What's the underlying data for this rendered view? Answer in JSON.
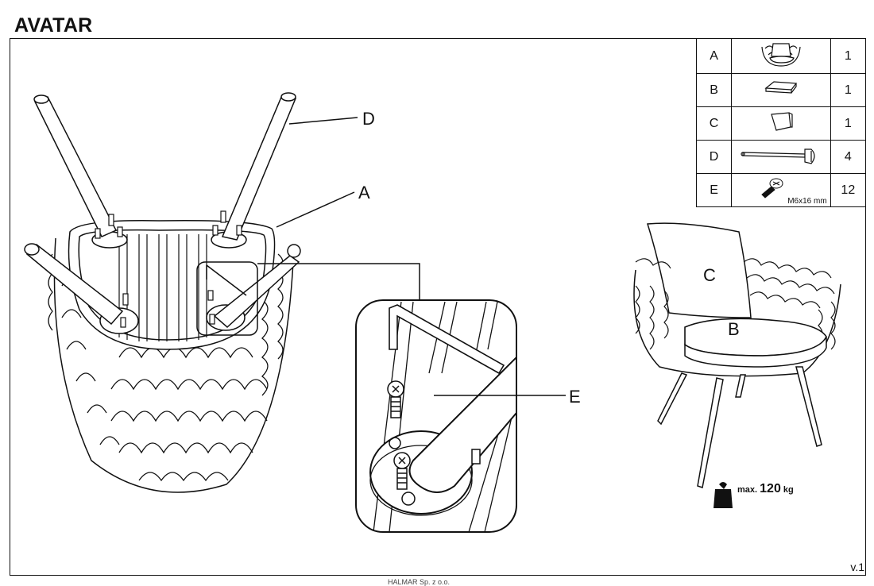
{
  "title": "AVATAR",
  "parts": [
    {
      "letter": "A",
      "icon": "chair-frame-icon",
      "qty": "1"
    },
    {
      "letter": "B",
      "icon": "seat-cushion-icon",
      "qty": "1"
    },
    {
      "letter": "C",
      "icon": "back-cushion-icon",
      "qty": "1"
    },
    {
      "letter": "D",
      "icon": "leg-icon",
      "qty": "4"
    },
    {
      "letter": "E",
      "icon": "screw-icon",
      "qty": "12",
      "note": "M6x16 mm"
    }
  ],
  "callouts": {
    "a": "A",
    "d": "D",
    "e": "E",
    "b": "B",
    "c": "C"
  },
  "weight": {
    "prefix": "max.",
    "value": "120",
    "unit": "kg"
  },
  "version": "v.1",
  "footer": "HALMAR Sp. z o.o."
}
